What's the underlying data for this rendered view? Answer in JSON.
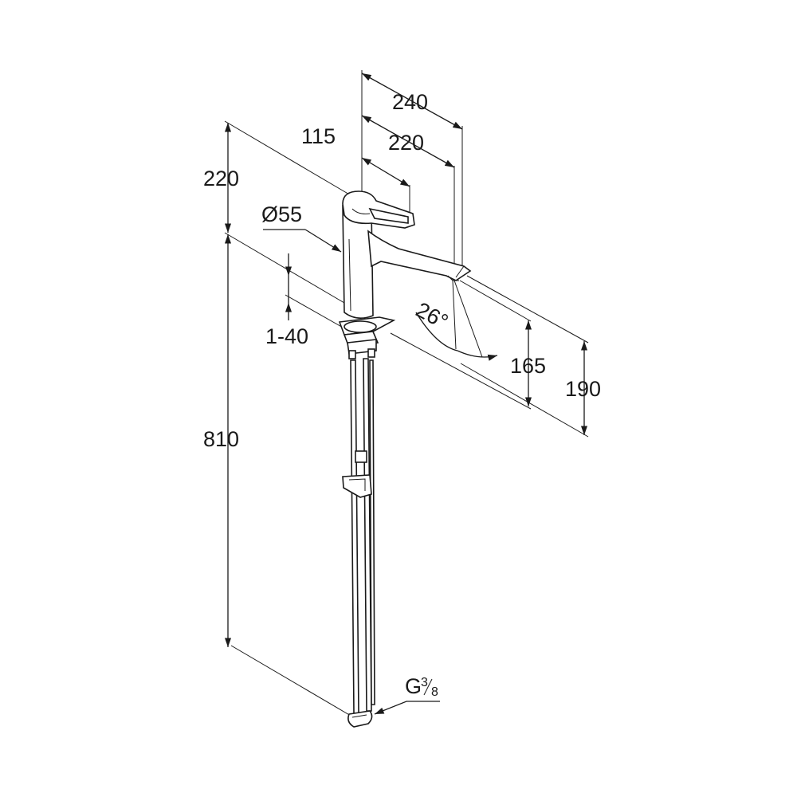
{
  "dimensions": {
    "d240": "240",
    "d220_top": "220",
    "d115": "115",
    "d220_left": "220",
    "d55": "Ø55",
    "d1_40": "1-40",
    "angle": "26°",
    "d165": "165",
    "d190": "190",
    "d810": "810",
    "thread_main": "G",
    "thread_num": "3",
    "thread_den": "8"
  }
}
